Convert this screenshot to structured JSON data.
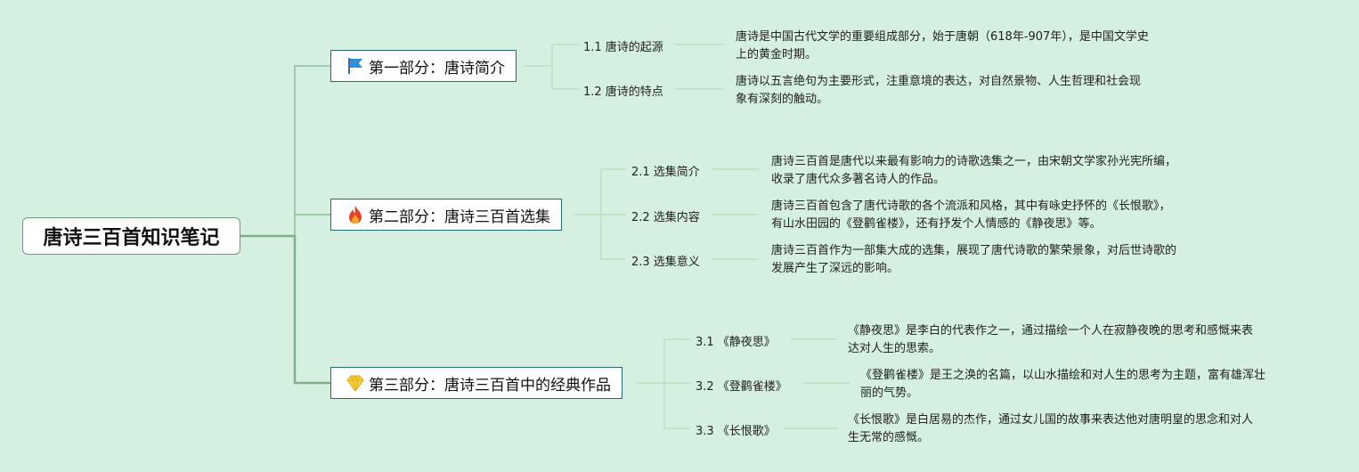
{
  "root": {
    "title": "唐诗三百首知识笔记"
  },
  "sections": [
    {
      "label": "第一部分：唐诗简介",
      "icon": "blue-flag-icon",
      "items": [
        {
          "label": "1.1 唐诗的起源",
          "desc_line1": "唐诗是中国古代文学的重要组成部分，始于唐朝（618年-907年），是中国文学史",
          "desc_line2": "上的黄金时期。"
        },
        {
          "label": "1.2 唐诗的特点",
          "desc_line1": "唐诗以五言绝句为主要形式，注重意境的表达，对自然景物、人生哲理和社会现",
          "desc_line2": "象有深刻的触动。"
        }
      ]
    },
    {
      "label": "第二部分：唐诗三百首选集",
      "icon": "fire-icon",
      "items": [
        {
          "label": "2.1 选集简介",
          "desc_line1": "唐诗三百首是唐代以来最有影响力的诗歌选集之一，由宋朝文学家孙光宪所编，",
          "desc_line2": "收录了唐代众多著名诗人的作品。"
        },
        {
          "label": "2.2 选集内容",
          "desc_line1": "唐诗三百首包含了唐代诗歌的各个流派和风格，其中有咏史抒怀的《长恨歌》，",
          "desc_line2": "有山水田园的《登鹳雀楼》，还有抒发个人情感的《静夜思》等。"
        },
        {
          "label": "2.3 选集意义",
          "desc_line1": "唐诗三百首作为一部集大成的选集，展现了唐代诗歌的繁荣景象，对后世诗歌的",
          "desc_line2": "发展产生了深远的影响。"
        }
      ]
    },
    {
      "label": "第三部分：唐诗三百首中的经典作品",
      "icon": "diamond-gem-icon",
      "items": [
        {
          "label": "3.1 《静夜思》",
          "desc_line1": "《静夜思》是李白的代表作之一，通过描绘一个人在寂静夜晚的思考和感慨来表",
          "desc_line2": "达对人生的思索。"
        },
        {
          "label": "3.2 《登鹳雀楼》",
          "desc_line1": "《登鹳雀楼》是王之涣的名篇，以山水描绘和对人生的思考为主题，富有雄浑壮",
          "desc_line2": "丽的气势。"
        },
        {
          "label": "3.3 《长恨歌》",
          "desc_line1": "《长恨歌》是白居易的杰作，通过女儿国的故事来表达他对唐明皇的思念和对人",
          "desc_line2": "生无常的感慨。"
        }
      ]
    }
  ],
  "colors": {
    "background": "#d5efe1",
    "branch_line": "#8cbf98",
    "leaf_line": "#b8dcb8",
    "section_border": "#2a6a75"
  }
}
